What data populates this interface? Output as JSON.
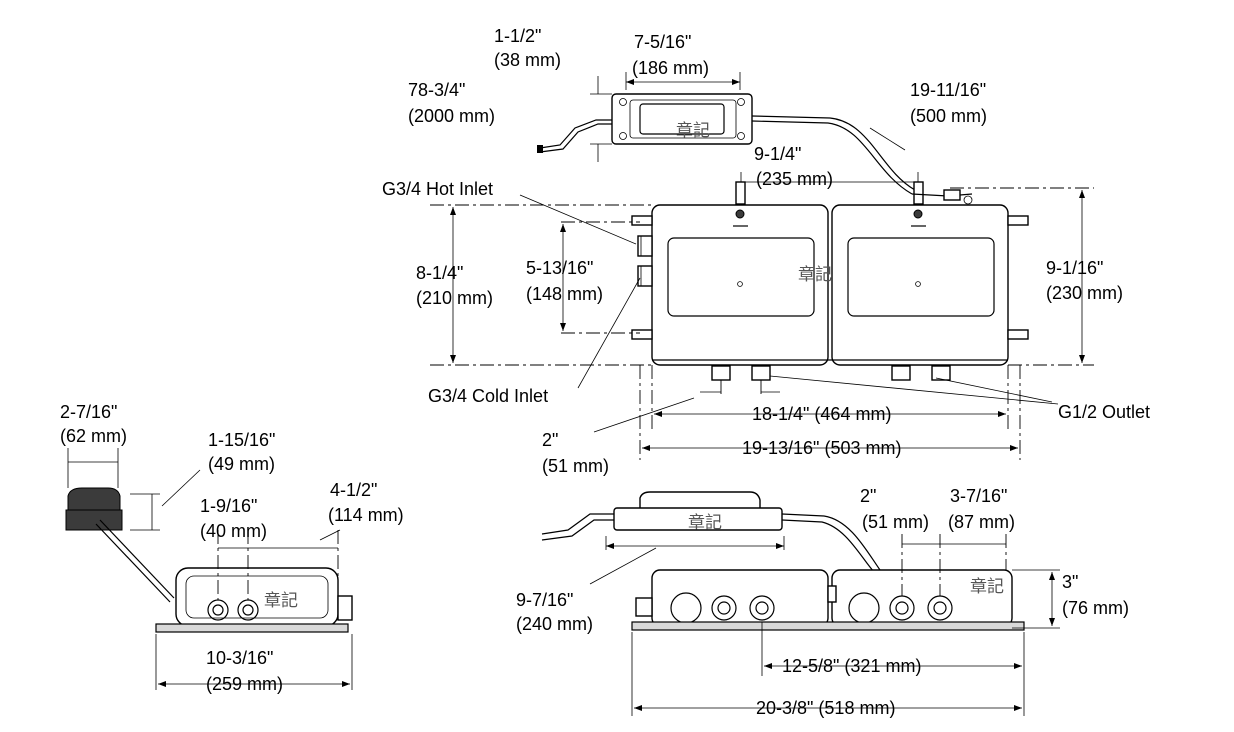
{
  "labels": {
    "pod_height_in": "1-1/2\"",
    "pod_height_mm": "(38 mm)",
    "pod_width_in": "7-5/16\"",
    "pod_width_mm": "(186 mm)",
    "cable_len_in": "78-3/4\"",
    "cable_len_mm": "(2000 mm)",
    "hose_len_in": "19-11/16\"",
    "hose_len_mm": "(500 mm)",
    "tab_spacing_in": "9-1/4\"",
    "tab_spacing_mm": "(235 mm)",
    "hot_inlet": "G3/4 Hot Inlet",
    "body_height_in": "8-1/4\"",
    "body_height_mm": "(210 mm)",
    "inlet_spacing_in": "5-13/16\"",
    "inlet_spacing_mm": "(148 mm)",
    "total_height_in": "9-1/16\"",
    "total_height_mm": "(230 mm)",
    "cold_inlet": "G3/4 Cold Inlet",
    "outlet": "G1/2 Outlet",
    "port_spacing_in": "2\"",
    "port_spacing_mm": "(51 mm)",
    "body_width": "18-1/4\" (464 mm)",
    "overall_width": "19-13/16\" (503 mm)",
    "side_pod_w_in": "2-7/16\"",
    "side_pod_w_mm": "(62 mm)",
    "side_pod_h_in": "1-15/16\"",
    "side_pod_h_mm": "(49 mm)",
    "side_inlet_sp_in": "1-9/16\"",
    "side_inlet_sp_mm": "(40 mm)",
    "side_offset_in": "4-1/2\"",
    "side_offset_mm": "(114 mm)",
    "side_depth_in": "10-3/16\"",
    "side_depth_mm": "(259 mm)",
    "front_port_sp_in": "2\"",
    "front_port_sp_mm": "(51 mm)",
    "front_offset_in": "3-7/16\"",
    "front_offset_mm": "(87 mm)",
    "front_height_in": "3\"",
    "front_height_mm": "(76 mm)",
    "front_pod_in": "9-7/16\"",
    "front_pod_mm": "(240 mm)",
    "front_outlet_sp": "12-5/8\" (321 mm)",
    "front_overall": "20-3/8\" (518 mm)",
    "watermark": "章記"
  },
  "colors": {
    "line": "#000000",
    "background": "#ffffff",
    "screen": "#d9d9d9"
  }
}
